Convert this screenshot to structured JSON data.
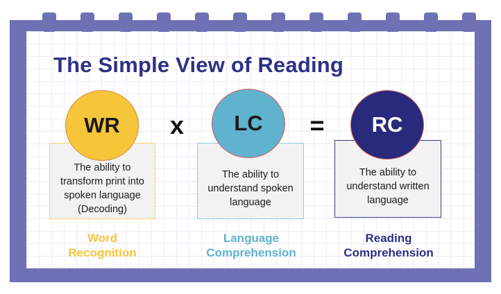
{
  "title": "The Simple View of Reading",
  "operators": {
    "multiply": "x",
    "equals": "="
  },
  "components": [
    {
      "abbr": "WR",
      "description": [
        "The ability to",
        "transform print into",
        "spoken language",
        "(Decoding)"
      ],
      "label": [
        "Word",
        "Recognition"
      ],
      "circle_color": "#f5c53a",
      "border_color": "#f5d46a",
      "label_color": "#f5c53a",
      "text_color": "#1a1a1a"
    },
    {
      "abbr": "LC",
      "description": [
        "The ability to",
        "understand spoken",
        "language"
      ],
      "label": [
        "Language",
        "Comprehension"
      ],
      "circle_color": "#5fb3ce",
      "border_color": "#8ecbe0",
      "label_color": "#5fb3ce",
      "text_color": "#1a1a1a"
    },
    {
      "abbr": "RC",
      "description": [
        "The ability to",
        "understand written",
        "language"
      ],
      "label": [
        "Reading",
        "Comprehension"
      ],
      "circle_color": "#282a7c",
      "border_color": "#3a3c8a",
      "label_color": "#2d3184",
      "text_color": "#ffffff"
    }
  ],
  "colors": {
    "frame": "#6f71b4",
    "title": "#2d3184"
  }
}
